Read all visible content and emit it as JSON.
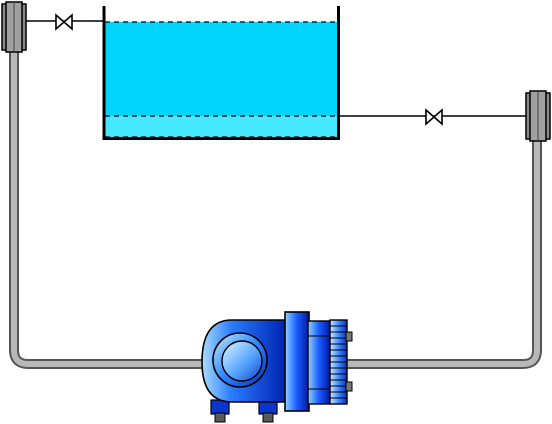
{
  "diagram": {
    "kind": "level-measurement-schematic",
    "colors": {
      "background": "#ffffff",
      "liquid_upper": "#00d4ff",
      "liquid_lower": "#44e8ff",
      "tank_wall": "#000000",
      "impulse_tube_outer": "#555555",
      "impulse_tube_inner": "#b8b8b8",
      "flange": "#8a8a8a",
      "transmitter_light": "#9fd8ff",
      "transmitter_mid": "#1a6cff",
      "transmitter_dark": "#0022b0"
    },
    "components": [
      {
        "id": "tank",
        "icon": "open-tank-icon"
      },
      {
        "id": "liquid",
        "icon": "liquid-fill"
      },
      {
        "id": "level-line-high",
        "icon": "dashed-level-line"
      },
      {
        "id": "level-line-mid",
        "icon": "dashed-level-line"
      },
      {
        "id": "level-line-low",
        "icon": "dashed-level-line"
      },
      {
        "id": "valve-top",
        "icon": "gate-valve-icon"
      },
      {
        "id": "valve-right",
        "icon": "gate-valve-icon"
      },
      {
        "id": "flange-left",
        "icon": "flange-icon"
      },
      {
        "id": "flange-right",
        "icon": "flange-icon"
      },
      {
        "id": "impulse-line-left",
        "icon": "impulse-tube"
      },
      {
        "id": "impulse-line-right",
        "icon": "impulse-tube"
      },
      {
        "id": "dp-transmitter",
        "icon": "differential-pressure-transmitter-icon"
      }
    ]
  }
}
